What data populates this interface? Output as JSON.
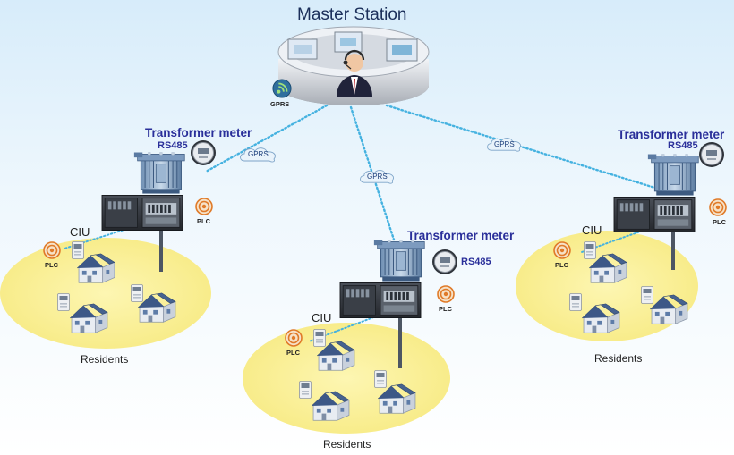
{
  "master": {
    "title": "Master Station",
    "gprs_label": "GPRS"
  },
  "links": {
    "gprs_label": "GPRS"
  },
  "sites": {
    "left": {
      "transformer_label": "Transformer meter",
      "rs485_label": "RS485",
      "ciu_label": "CIU",
      "plc_label": "PLC",
      "residents_label": "Residents"
    },
    "center": {
      "transformer_label": "Transformer meter",
      "rs485_label": "RS485",
      "ciu_label": "CIU",
      "plc_label": "PLC",
      "residents_label": "Residents"
    },
    "right": {
      "transformer_label": "Transformer meter",
      "rs485_label": "RS485",
      "ciu_label": "CIU",
      "plc_label": "PLC",
      "residents_label": "Residents"
    }
  },
  "colors": {
    "accent_blue": "#2a2f9a",
    "resident_zone": "#fbf3a0",
    "plc_ring": "#e07a28",
    "link_dots": "#45b2e0",
    "house_roof": "#46628f"
  },
  "icons": [
    "operator-icon",
    "gprs-wireless-icon",
    "transformer-icon",
    "meter-icon",
    "concentrator-icon",
    "plc-icon",
    "house-icon",
    "cloud-icon"
  ]
}
